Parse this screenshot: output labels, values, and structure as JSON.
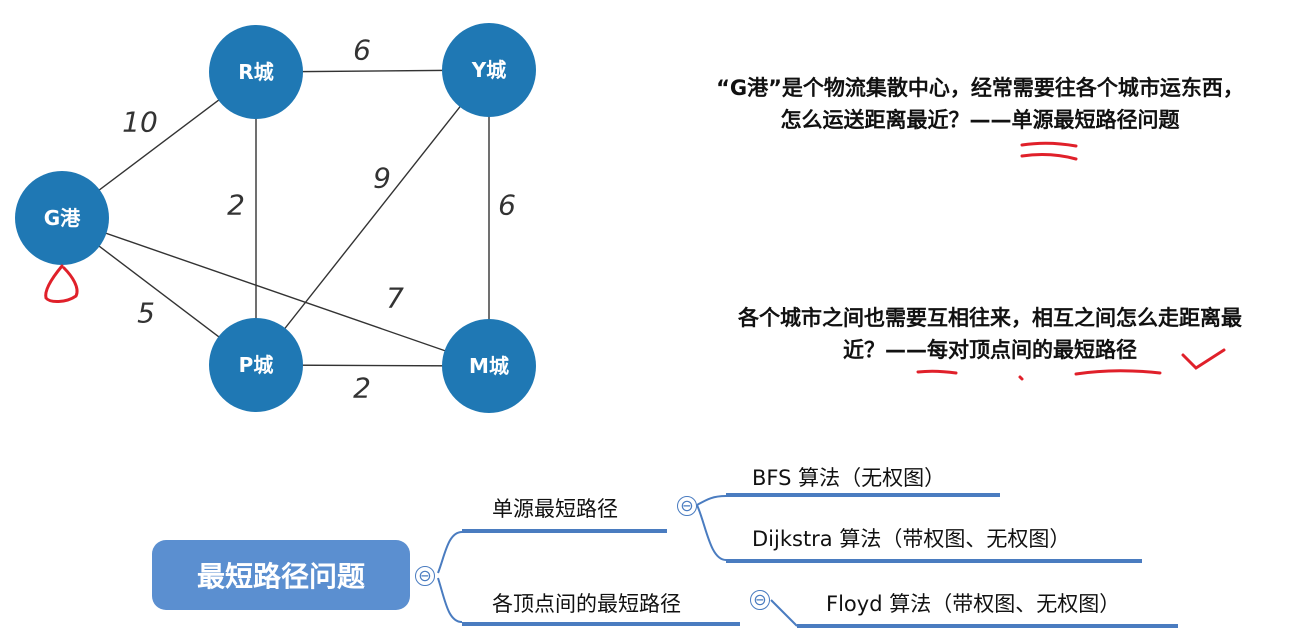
{
  "graph": {
    "nodes": {
      "G": "G港",
      "R": "R城",
      "Y": "Y城",
      "P": "P城",
      "M": "M城"
    },
    "edges": [
      {
        "from": "G",
        "to": "R",
        "weight": "10"
      },
      {
        "from": "R",
        "to": "Y",
        "weight": "6"
      },
      {
        "from": "R",
        "to": "P",
        "weight": "2"
      },
      {
        "from": "P",
        "to": "Y",
        "weight": "9"
      },
      {
        "from": "Y",
        "to": "M",
        "weight": "6"
      },
      {
        "from": "G",
        "to": "M",
        "weight": "7"
      },
      {
        "from": "G",
        "to": "P",
        "weight": "5"
      },
      {
        "from": "P",
        "to": "M",
        "weight": "2"
      }
    ]
  },
  "text": {
    "p1_line1": "“G港”是个物流集散中心，经常需要往各个城市运东西，",
    "p1_line2": "怎么运送距离最近？——单源最短路径问题",
    "p2_line1": "各个城市之间也需要互相往来，相互之间怎么走距离最",
    "p2_line2": "近？——每对顶点间的最短路径"
  },
  "mindmap": {
    "root": "最短路径问题",
    "branch1": "单源最短路径",
    "branch2": "各顶点间的最短路径",
    "leaf_bfs": "BFS 算法（无权图）",
    "leaf_dijkstra": "Dijkstra 算法（带权图、无权图）",
    "leaf_floyd": "Floyd 算法（带权图、无权图）",
    "collapse_symbol": "⊖"
  },
  "colors": {
    "node_fill": "#1f78b4",
    "root_fill": "#5b8fd0",
    "branch_line": "#4a7cc0",
    "annotation_red": "#e0202a"
  }
}
